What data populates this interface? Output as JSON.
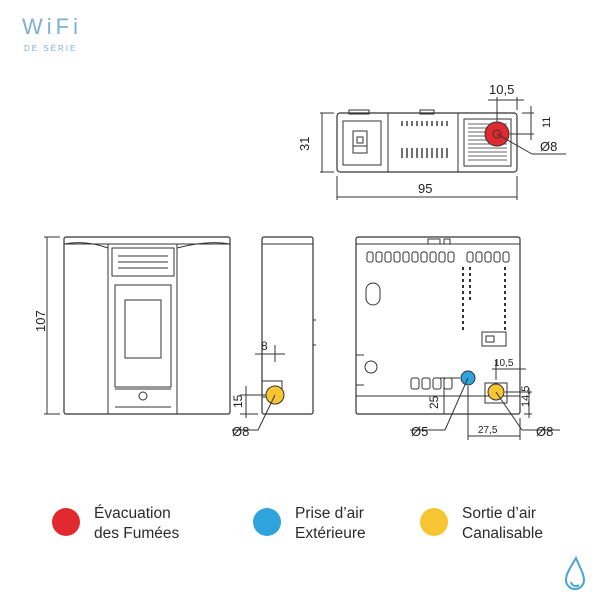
{
  "badge": {
    "word": "WiFi",
    "subtitle": "DE SÉRIE"
  },
  "dimensions": {
    "top_height": "31",
    "top_width": "95",
    "top_hole_offset": "10,5",
    "top_hole_edge": "11",
    "top_hole_diameter": "Ø8",
    "front_height": "107",
    "side_offset": "8",
    "side_height": "15",
    "side_diameter": "Ø8",
    "back_offset_right": "10,5",
    "back_height_blue": "25",
    "back_height_yellow": "14,5",
    "back_width": "27,5",
    "back_diameter_blue": "Ø5",
    "back_diameter_yellow": "Ø8"
  },
  "legend": [
    {
      "line1": "Évacuation",
      "line2": "des Fumées",
      "color": "#e02a2f"
    },
    {
      "line1": "Prise d’air",
      "line2": "Extérieure",
      "color": "#2ea3dc"
    },
    {
      "line1": "Sortie d’air",
      "line2": "Canalisable",
      "color": "#f7c432"
    }
  ],
  "colors": {
    "line": "#333333",
    "red": "#e02a2f",
    "blue": "#2ea3dc",
    "yellow": "#f7c432",
    "wifi": "#7fb0d3"
  }
}
